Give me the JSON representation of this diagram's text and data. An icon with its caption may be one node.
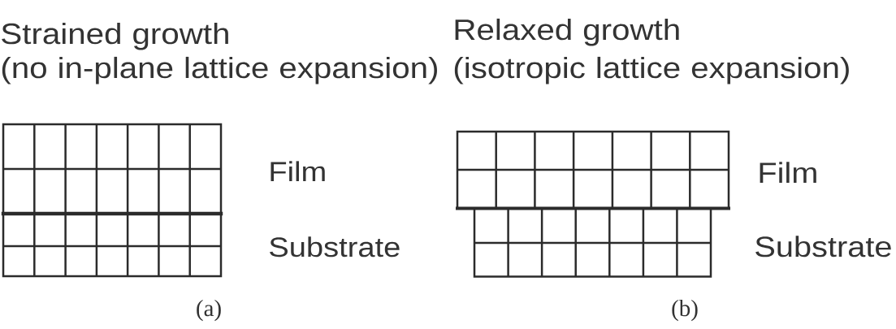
{
  "diagram": {
    "labels": [
      "Strained growth (no in-plane lattice expansion)",
      "Relaxed growth (isotropic lattice expansion)",
      "Film",
      "Film",
      "Substrate",
      "Substrate",
      "(a)",
      "(b)"
    ]
  }
}
